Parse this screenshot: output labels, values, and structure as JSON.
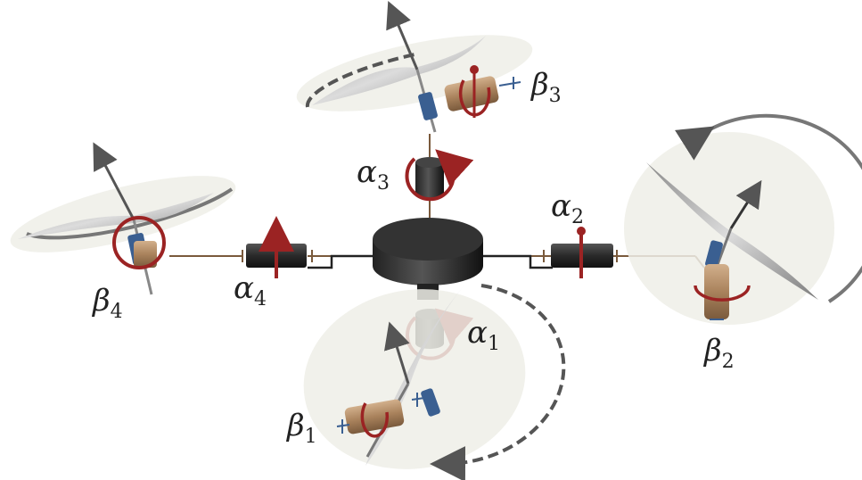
{
  "labels": {
    "alpha1": {
      "symbol": "α",
      "sub": "1"
    },
    "alpha2": {
      "symbol": "α",
      "sub": "2"
    },
    "alpha3": {
      "symbol": "α",
      "sub": "3"
    },
    "alpha4": {
      "symbol": "α",
      "sub": "4"
    },
    "beta1": {
      "symbol": "β",
      "sub": "1"
    },
    "beta2": {
      "symbol": "β",
      "sub": "2"
    },
    "beta3": {
      "symbol": "β",
      "sub": "3"
    },
    "beta4": {
      "symbol": "β",
      "sub": "4"
    }
  },
  "colors": {
    "body": "#2b2b2b",
    "arm": "#a08060",
    "tilt_arrow": "#a52a2a",
    "rotor_disk": "#eeeee8",
    "propeller": "#a9a9a9",
    "servo": "#b08c68",
    "motor_mount": "#3a5f91"
  }
}
